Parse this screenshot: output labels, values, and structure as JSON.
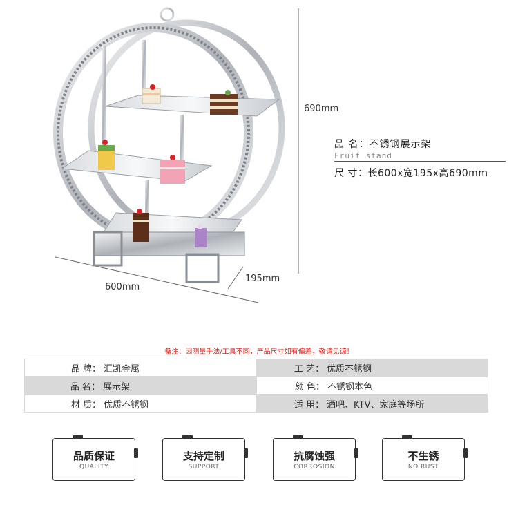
{
  "dimensions": {
    "height": "690mm",
    "width": "600mm",
    "depth": "195mm"
  },
  "spec": {
    "name": "品 名：不锈钢展示架",
    "name_en": "Fruit stand",
    "size": "尺 寸：长600x宽195x高690mm"
  },
  "note": "备注：因测量手法/工具不同，产品尺寸如有偏差，敬请见谅！",
  "info_rows": [
    {
      "left_label": "品 牌：",
      "left_value": "汇凯金属",
      "right_label": "工 艺：",
      "right_value": "优质不锈钢"
    },
    {
      "left_label": "品 名：",
      "left_value": "展示架",
      "right_label": "颜 色：",
      "right_value": "不锈钢本色"
    },
    {
      "left_label": "材 质：",
      "left_value": "优质不锈钢",
      "right_label": "适 用：",
      "right_value": "酒吧、KTV、家庭等场所"
    }
  ],
  "features": [
    {
      "title": "品质保证",
      "subtitle": "QUALITY"
    },
    {
      "title": "支持定制",
      "subtitle": "SUPPORT"
    },
    {
      "title": "抗腐蚀强",
      "subtitle": "CORROSION"
    },
    {
      "title": "不生锈",
      "subtitle": "NO RUST"
    }
  ],
  "colors": {
    "note_red": "#e0221c",
    "row_grey": "#d9d9d9",
    "steel": "#bfc3c8"
  }
}
